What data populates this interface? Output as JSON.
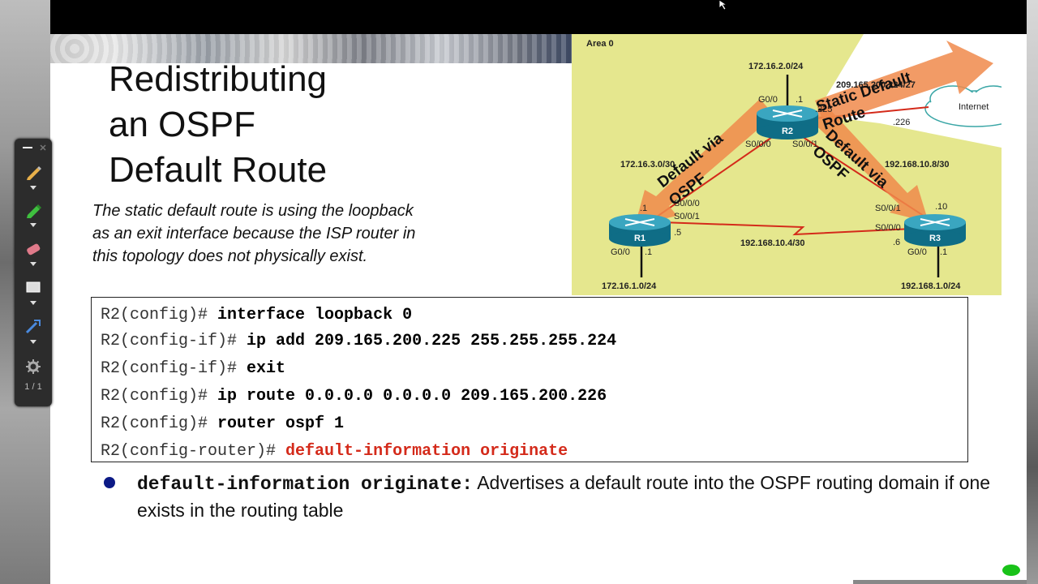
{
  "slide": {
    "title_lines": [
      "Redistributing",
      "an OSPF",
      "Default Route"
    ],
    "note": "The static default route is using the loopback as an exit interface because the ISP router in this topology does not physically exist."
  },
  "diagram": {
    "area_label": "Area 0",
    "internet_label": "Internet",
    "routers": [
      "R2",
      "R1",
      "R3"
    ],
    "networks": [
      "172.16.2.0/24",
      "172.16.3.0/30",
      "192.168.10.8/30",
      "192.168.10.4/30",
      "172.16.1.0/24",
      "192.168.1.0/24",
      "209.165.200.224/27"
    ],
    "interfaces": {
      "r2_g00": "G0/0",
      "r2_g00_host": ".1",
      "r2_s000": "S0/0/0",
      "r2_s001": "S0/0/1",
      "r2_isp_host": ".225",
      "isp_host": ".226",
      "r1_s000": "S0/0/0",
      "r1_s000_host": ".1",
      "r1_s001": "S0/0/1",
      "r1_s001_host": ".5",
      "r1_g00": "G0/0",
      "r1_g00_host": ".1",
      "r3_s001": "S0/0/1",
      "r3_s001_host": ".10",
      "r3_s000": "S0/0/0",
      "r3_s000_host": ".6",
      "r3_g00": "G0/0",
      "r3_g00_host": ".1"
    },
    "arrow_labels": {
      "static": [
        "Static Default",
        "Route"
      ],
      "left": [
        "Default via",
        "OSPF"
      ],
      "right": [
        "Default via",
        "OSPF"
      ]
    }
  },
  "code": [
    {
      "prompt": "R2(config)# ",
      "cmd": "interface loopback 0",
      "highlight": false
    },
    {
      "prompt": "R2(config-if)# ",
      "cmd": "ip add 209.165.200.225 255.255.255.224",
      "highlight": false
    },
    {
      "prompt": "R2(config-if)# ",
      "cmd": "exit",
      "highlight": false
    },
    {
      "prompt": "R2(config)# ",
      "cmd": "ip route 0.0.0.0 0.0.0.0 209.165.200.226",
      "highlight": false
    },
    {
      "prompt": "R2(config)# ",
      "cmd": "router ospf 1",
      "highlight": false
    },
    {
      "prompt": "R2(config-router)# ",
      "cmd": "default-information originate",
      "highlight": true
    }
  ],
  "bullet": {
    "term": "default-information originate",
    "separator": ":",
    "description": " Advertises a default route into the OSPF routing domain if one exists in the routing table"
  },
  "toolbar": {
    "page_indicator": "1 / 1",
    "tools": [
      "pen-icon",
      "highlighter-icon",
      "eraser-icon",
      "shape-icon",
      "pointer-icon",
      "settings-icon"
    ]
  },
  "colors": {
    "accent_red": "#d42a1a",
    "bullet_blue": "#0c1a86",
    "diagram_bg": "#e5e78e",
    "arrow_orange": "#f08a4b"
  }
}
